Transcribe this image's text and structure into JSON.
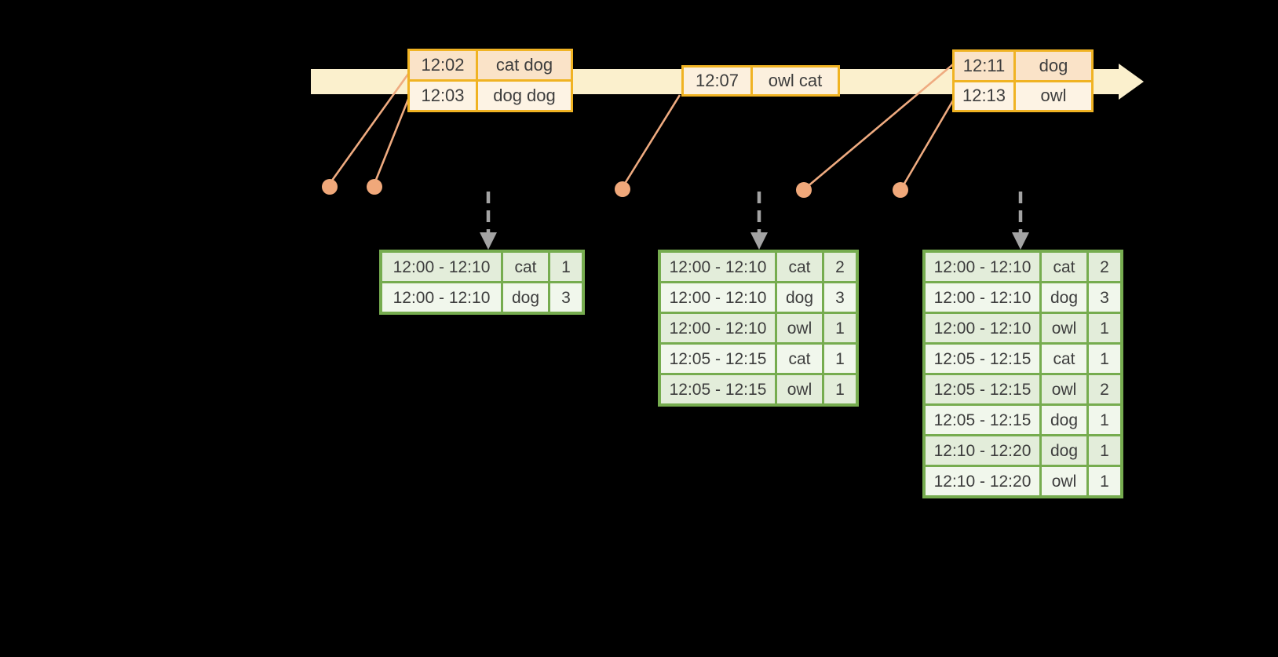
{
  "diagram": {
    "timeline": {
      "events": [
        {
          "rows": [
            {
              "time": "12:02",
              "words": "cat dog"
            },
            {
              "time": "12:03",
              "words": "dog dog"
            }
          ]
        },
        {
          "rows": [
            {
              "time": "12:07",
              "words": "owl cat"
            }
          ]
        },
        {
          "rows": [
            {
              "time": "12:11",
              "words": "dog"
            },
            {
              "time": "12:13",
              "words": "owl"
            }
          ]
        }
      ]
    },
    "result_tables": [
      {
        "rows": [
          {
            "window": "12:00 - 12:10",
            "word": "cat",
            "count": "1"
          },
          {
            "window": "12:00 - 12:10",
            "word": "dog",
            "count": "3"
          }
        ]
      },
      {
        "rows": [
          {
            "window": "12:00 - 12:10",
            "word": "cat",
            "count": "2"
          },
          {
            "window": "12:00 - 12:10",
            "word": "dog",
            "count": "3"
          },
          {
            "window": "12:00 - 12:10",
            "word": "owl",
            "count": "1"
          },
          {
            "window": "12:05 - 12:15",
            "word": "cat",
            "count": "1"
          },
          {
            "window": "12:05 - 12:15",
            "word": "owl",
            "count": "1"
          }
        ]
      },
      {
        "rows": [
          {
            "window": "12:00 - 12:10",
            "word": "cat",
            "count": "2"
          },
          {
            "window": "12:00 - 12:10",
            "word": "dog",
            "count": "3"
          },
          {
            "window": "12:00 - 12:10",
            "word": "owl",
            "count": "1"
          },
          {
            "window": "12:05 - 12:15",
            "word": "cat",
            "count": "1"
          },
          {
            "window": "12:05 - 12:15",
            "word": "owl",
            "count": "2"
          },
          {
            "window": "12:05 - 12:15",
            "word": "dog",
            "count": "1"
          },
          {
            "window": "12:10 - 12:20",
            "word": "dog",
            "count": "1"
          },
          {
            "window": "12:10 - 12:20",
            "word": "owl",
            "count": "1"
          }
        ]
      }
    ],
    "colors": {
      "background": "#000000",
      "timeline_fill": "#fbf0cd",
      "event_border": "#f0b323",
      "event_row_dark": "#fae3c8",
      "event_row_light": "#fdf3e4",
      "result_border": "#76ac4f",
      "result_row_dark": "#e3edda",
      "result_row_light": "#f1f7ec",
      "connector": "#efab80",
      "trigger_arrow": "#a3a3a3",
      "text": "#3d3d3d"
    }
  }
}
